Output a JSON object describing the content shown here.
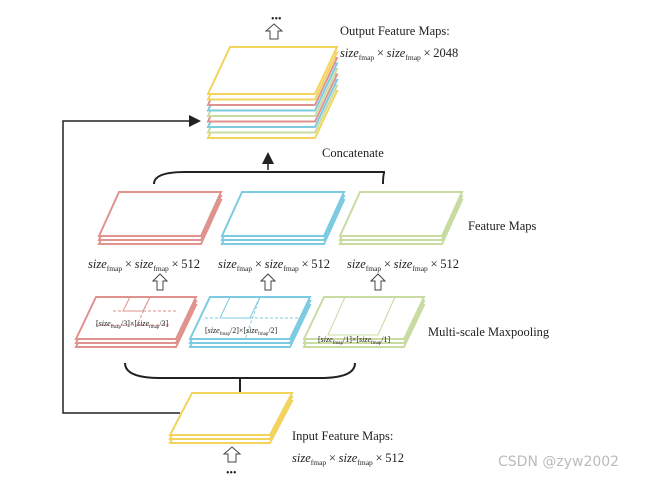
{
  "labels": {
    "output_title": "Output Feature Maps:",
    "concatenate": "Concatenate",
    "feature_maps": "Feature Maps",
    "multiscale": "Multi-scale Maxpooling",
    "input_title": "Input Feature Maps:",
    "ellipsis": "•••"
  },
  "math": {
    "size": "size",
    "sub": "fmap",
    "times": "×",
    "output_channels": "2048",
    "branch_channels": "512",
    "input_channels": "512",
    "pool_divisors": [
      "3",
      "2",
      "1"
    ]
  },
  "watermark": "CSDN @zyw2002",
  "colors": {
    "yellow": "#f2d35c",
    "red": "#e0938e",
    "blue": "#7ccbe0",
    "green": "#c8dca2",
    "line": "#222222"
  }
}
